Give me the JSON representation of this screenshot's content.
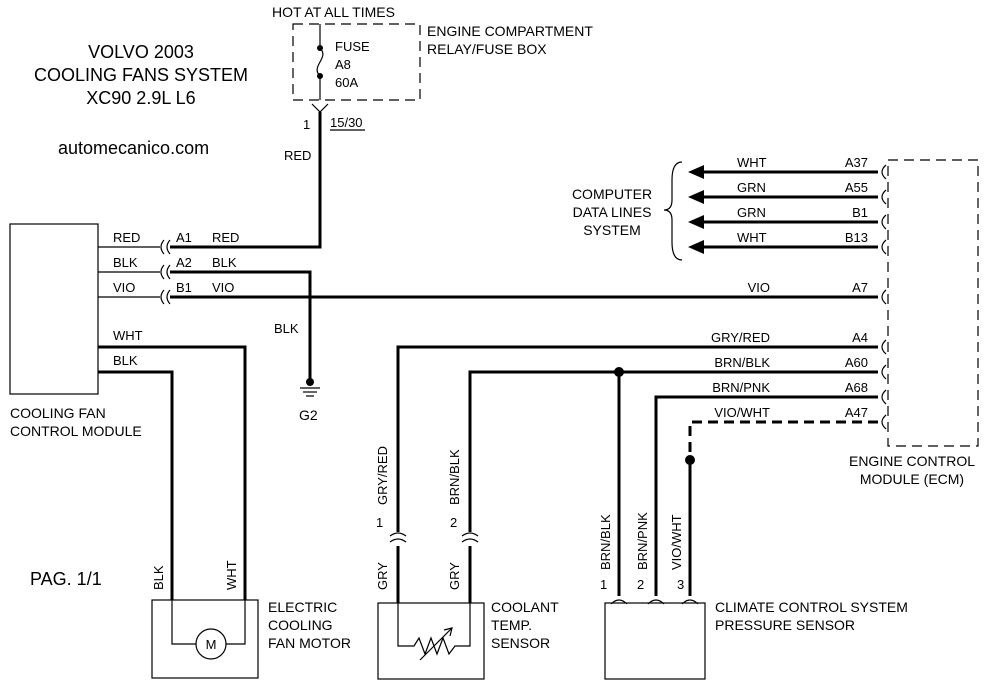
{
  "header": {
    "title_line1": "VOLVO 2003",
    "title_line2": "COOLING FANS SYSTEM",
    "title_line3": "XC90 2.9L L6",
    "website": "automecanico.com",
    "page": "PAG. 1/1"
  },
  "power": {
    "hot_label": "HOT AT ALL TIMES",
    "box_line1": "ENGINE COMPARTMENT",
    "box_line2": "RELAY/FUSE BOX",
    "fuse_line1": "FUSE",
    "fuse_line2": "A8",
    "fuse_line3": "60A",
    "pin": "1",
    "terminal": "15/30",
    "wire_color": "RED"
  },
  "module": {
    "name_line1": "COOLING FAN",
    "name_line2": "CONTROL MODULE",
    "wires": [
      {
        "color": "RED",
        "connector": "A1",
        "out_color": "RED"
      },
      {
        "color": "BLK",
        "connector": "A2",
        "out_color": "BLK"
      },
      {
        "color": "VIO",
        "connector": "B1",
        "out_color": "VIO"
      },
      {
        "color": "WHT"
      },
      {
        "color": "BLK"
      }
    ]
  },
  "ground": {
    "wire_color": "BLK",
    "label": "G2"
  },
  "data_lines": {
    "label_line1": "COMPUTER",
    "label_line2": "DATA LINES",
    "label_line3": "SYSTEM",
    "lines": [
      {
        "color": "WHT",
        "pin": "A37"
      },
      {
        "color": "GRN",
        "pin": "A55"
      },
      {
        "color": "GRN",
        "pin": "B1"
      },
      {
        "color": "WHT",
        "pin": "B13"
      }
    ]
  },
  "ecm": {
    "name_line1": "ENGINE CONTROL",
    "name_line2": "MODULE (ECM)",
    "wires": [
      {
        "color": "VIO",
        "pin": "A7"
      },
      {
        "color": "GRY/RED",
        "pin": "A4"
      },
      {
        "color": "BRN/BLK",
        "pin": "A60"
      },
      {
        "color": "BRN/PNK",
        "pin": "A68"
      },
      {
        "color": "VIO/WHT",
        "pin": "A47"
      }
    ]
  },
  "fan_motor": {
    "name_line1": "ELECTRIC",
    "name_line2": "COOLING",
    "name_line3": "FAN MOTOR",
    "symbol": "M",
    "wire_left": "BLK",
    "wire_right": "WHT"
  },
  "coolant_sensor": {
    "name_line1": "COOLANT",
    "name_line2": "TEMP.",
    "name_line3": "SENSOR",
    "wire1_upper": "GRY/RED",
    "wire1_lower": "GRY",
    "wire2_upper": "BRN/BLK",
    "wire2_lower": "GRY",
    "pin1": "1",
    "pin2": "2"
  },
  "pressure_sensor": {
    "name_line1": "CLIMATE CONTROL SYSTEM",
    "name_line2": "PRESSURE SENSOR",
    "wires": [
      {
        "color": "BRN/BLK",
        "pin": "1"
      },
      {
        "color": "BRN/PNK",
        "pin": "2"
      },
      {
        "color": "VIO/WHT",
        "pin": "3"
      }
    ]
  }
}
